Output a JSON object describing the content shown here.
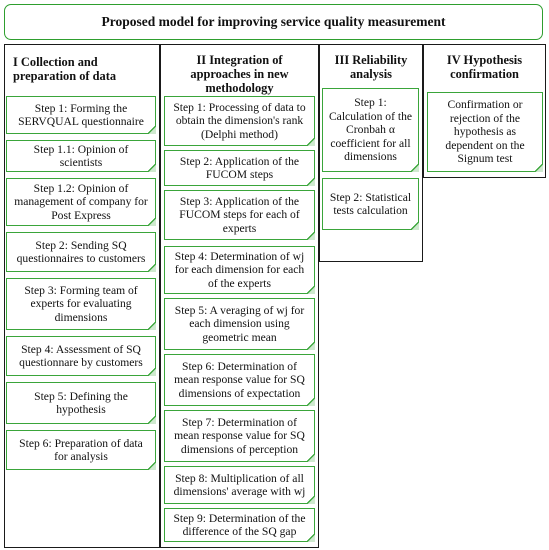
{
  "title": "Proposed model for improving service quality measurement",
  "columns": [
    {
      "heading": "I Collection and preparation of data",
      "steps": [
        "Step 1: Forming the SERVQUAL questionnaire",
        "Step 1.1: Opinion of scientists",
        "Step 1.2: Opinion of management of company for Post Express",
        "Step 2: Sending SQ questionnaires to customers",
        "Step 3: Forming team of experts for evaluating dimensions",
        "Step 4: Assessment of SQ questionnare by customers",
        "Step 5: Defining the hypothesis",
        "Step 6: Preparation of data for analysis"
      ]
    },
    {
      "heading": "II Integration of approaches in new methodology",
      "steps": [
        "Step 1: Processing of data to obtain the dimension's rank (Delphi method)",
        "Step 2: Application of the FUCOM steps",
        "Step 3: Application of the FUCOM steps for each of experts",
        "Step 4: Determination of wj for each dimension for each of the experts",
        "Step 5: A veraging of wj for each dimension using geometric mean",
        "Step 6: Determination of mean response value for SQ dimensions of expectation",
        "Step 7: Determination of mean response value for SQ dimensions of perception",
        "Step 8: Multiplication of all dimensions' average with wj",
        "Step 9: Determination of the difference of the SQ gap"
      ]
    },
    {
      "heading": "III Reliability analysis",
      "steps": [
        "Step 1: Calculation of the Cronbah α coefficient for all dimensions",
        "Step 2: Statistical tests calculation"
      ]
    },
    {
      "heading": "IV Hypothesis confirmation",
      "steps": [
        "Confirmation or rejection of the hypothesis as dependent on the Signum test"
      ]
    }
  ]
}
